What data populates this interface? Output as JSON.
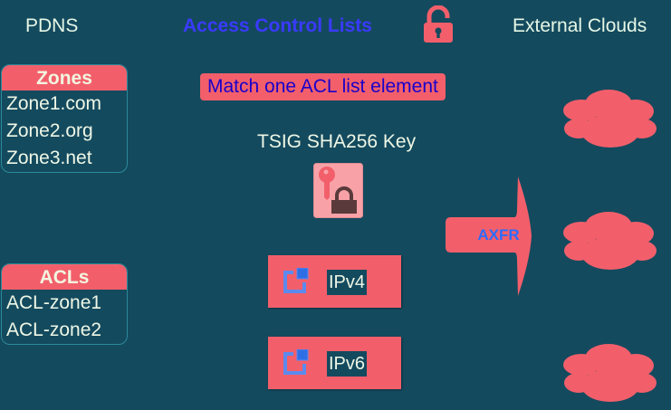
{
  "headers": {
    "left": "PDNS",
    "center": "Access Control Lists",
    "right": "External Clouds"
  },
  "icons": {
    "header_lock": "unlocked-padlock-icon",
    "tsig": "key-lock-icon",
    "ip": "window-expand-icon",
    "cloud": "cloud-icon",
    "arrow": "arrow-right-icon"
  },
  "zones": {
    "title": "Zones",
    "items": [
      "Zone1.com",
      "Zone2.org",
      "Zone3.net"
    ]
  },
  "acls": {
    "title": "ACLs",
    "items": [
      "ACL-zone1",
      "ACL-zone2"
    ]
  },
  "match_label": "Match one ACL list element",
  "tsig_label": "TSIG SHA256 Key",
  "ip_boxes": [
    {
      "label": "IPv4"
    },
    {
      "label": "IPv6"
    }
  ],
  "axfr_label": "AXFR",
  "colors": {
    "background": "#144a5e",
    "accent_red": "#f25f6b",
    "title_blue": "#3a3aff",
    "match_text": "#1a00c9",
    "axfr_blue": "#2a6cff",
    "text_light": "#eef7e6"
  }
}
